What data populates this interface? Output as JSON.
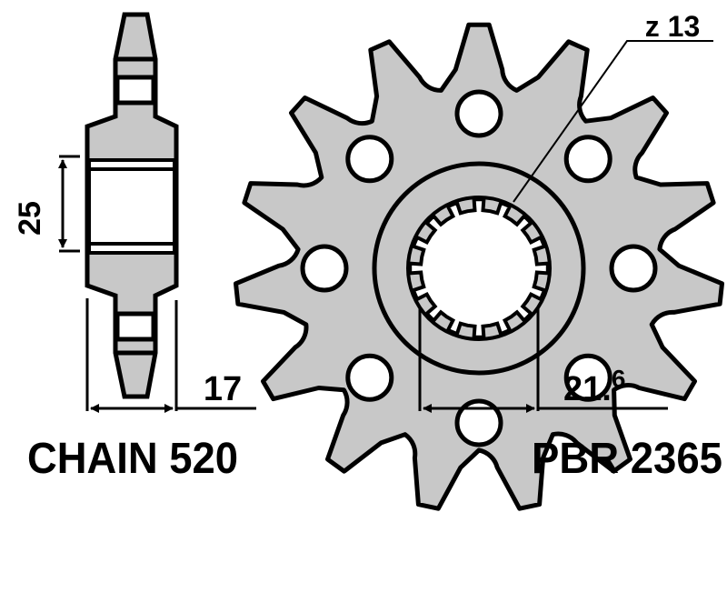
{
  "side_view": {
    "bore_width": "25",
    "thickness": "17",
    "chain_label": "CHAIN 520"
  },
  "front_view": {
    "teeth_label": "z 13",
    "spline_dimension_main": "21.",
    "spline_dimension_decimal": "6",
    "part_number": "PBR 2365"
  },
  "colors": {
    "fill": "#c8c8c8",
    "stroke": "#000000"
  }
}
